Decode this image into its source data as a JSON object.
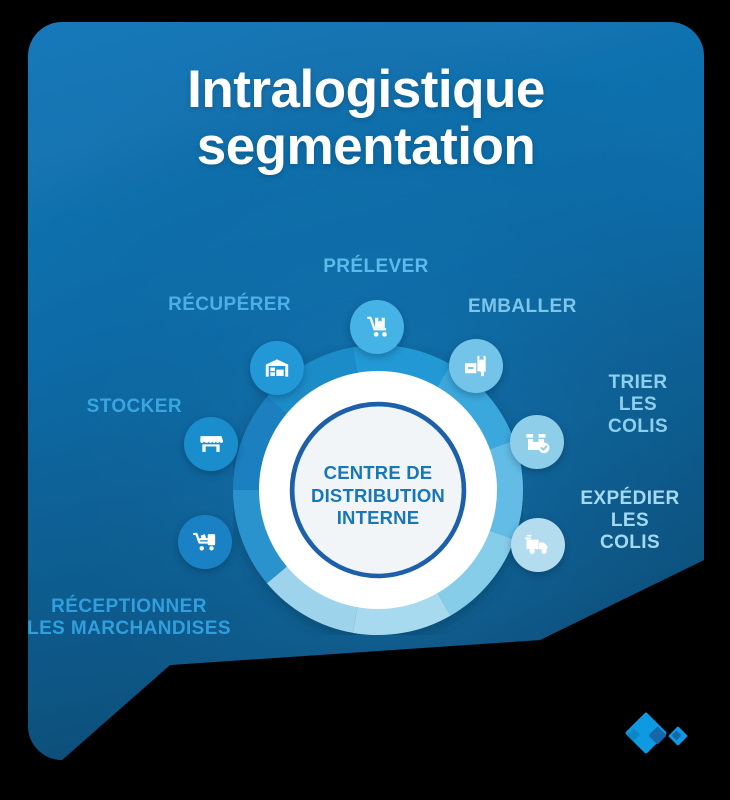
{
  "page": {
    "title_line1": "Intralogistique",
    "title_line2": "segmentation",
    "background": "#000000",
    "card_color_top": "#1176b6",
    "card_color_bottom": "#0b4f79"
  },
  "center": {
    "line1": "CENTRE DE",
    "line2": "DISTRIBUTION",
    "line3": "INTERNE",
    "text_color": "#1877b9",
    "disc_color": "#f2f5f8",
    "ring_color": "#ffffff",
    "inner_ring_color": "#1f5ea8"
  },
  "steps": [
    {
      "id": "receptionner",
      "label": "RÉCEPTIONNER\nLES MARCHANDISES",
      "icon": "hand-truck-icon",
      "bubble_color": "#1a82c4",
      "label_color": "#2f9fdd"
    },
    {
      "id": "stocker",
      "label": "STOCKER",
      "icon": "storefront-icon",
      "bubble_color": "#1a8dcc",
      "label_color": "#3ba5e0"
    },
    {
      "id": "recuperer",
      "label": "RÉCUPÉRER",
      "icon": "warehouse-icon",
      "bubble_color": "#2298d6",
      "label_color": "#4cb0e6"
    },
    {
      "id": "prelever",
      "label": "PRÉLEVER",
      "icon": "pallet-truck-icon",
      "bubble_color": "#45b3e6",
      "label_color": "#5cbbea"
    },
    {
      "id": "emballer",
      "label": "EMBALLER",
      "icon": "package-up-icon",
      "bubble_color": "#74c3e8",
      "label_color": "#7cc6ec"
    },
    {
      "id": "trier-les-colis",
      "label": "TRIER\nLES\nCOLIS",
      "icon": "package-check-icon",
      "bubble_color": "#8ecee9",
      "label_color": "#8ecfee"
    },
    {
      "id": "expedier-les-colis",
      "label": "EXPÉDIER\nLES\nCOLIS",
      "icon": "delivery-truck-icon",
      "bubble_color": "#b4dcef",
      "label_color": "#a4d9f2"
    }
  ],
  "wheel": {
    "segment_colors": [
      "#1b7fc0",
      "#1d8cc9",
      "#2499d4",
      "#3aa8dd",
      "#62bce6",
      "#86cde9",
      "#a7d9ef",
      "#c3e4f3",
      "#9ed3ec"
    ]
  },
  "logo": {
    "name": "brand-diamond-logo",
    "color_main": "#0d9ae0",
    "color_dark": "#1666ac"
  }
}
